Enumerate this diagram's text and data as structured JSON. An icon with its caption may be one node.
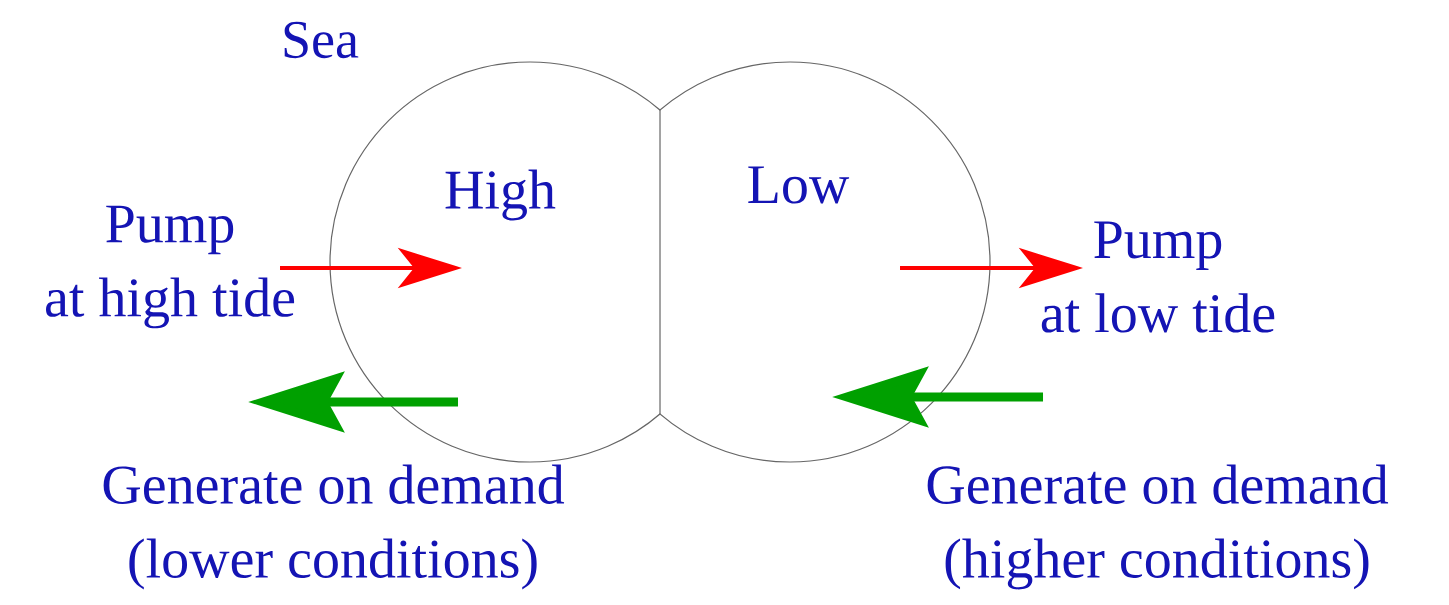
{
  "diagram": {
    "nodes": [
      {
        "text": [
          "High"
        ]
      },
      {
        "text": [
          "Low"
        ]
      }
    ],
    "edges": [
      {
        "from": null,
        "to": 0,
        "arrow": "to",
        "label": "Pump at high tide",
        "color": "#ff0000"
      },
      {
        "from": 0,
        "to": null,
        "arrow": "to",
        "label": "Generate on demand (lower conditions)",
        "style": "thick",
        "color": "#00a000"
      },
      {
        "from": 1,
        "to": null,
        "arrow": "to",
        "label": "Pump at low tide",
        "color": "#ff0000"
      },
      {
        "from": null,
        "to": 1,
        "arrow": "to",
        "label": "Generate on demand (higher conditions)",
        "style": "thick",
        "color": "#00a000"
      }
    ],
    "labels": [
      "Sea"
    ]
  }
}
